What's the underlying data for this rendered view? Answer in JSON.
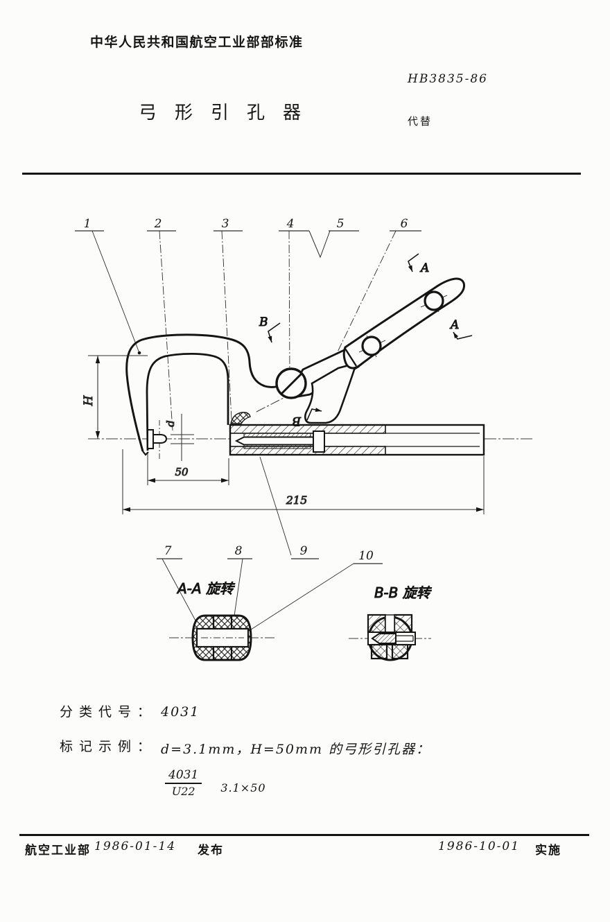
{
  "header": {
    "org_standard": "中华人民共和国航空工业部部标准",
    "standard_no": "HB3835-86",
    "title": "弓形引孔器",
    "supersedes_label": "代替"
  },
  "drawing": {
    "callouts": [
      "1",
      "2",
      "3",
      "4",
      "5",
      "6",
      "7",
      "8",
      "9",
      "10"
    ],
    "dims": {
      "height": "H",
      "diameter": "d",
      "reach": "50",
      "length": "215"
    },
    "view_arrow_a": "A",
    "view_arrow_b": "B",
    "section_a_label": "A-A 旋转",
    "section_b_label": "B-B 旋转"
  },
  "info": {
    "class_label": "分类代号：",
    "class_code": "4031",
    "example_label": "标记示例：",
    "example_text": "d=3.1mm，H=50mm 的弓形引孔器：",
    "designation": {
      "numerator": "4031",
      "denominator": "U22",
      "size": "3.1×50"
    }
  },
  "footer": {
    "issuer": "航空工业部",
    "issue_date": "1986-01-14",
    "release_label": "发布",
    "impl_date": "1986-10-01",
    "impl_label": "实施"
  }
}
